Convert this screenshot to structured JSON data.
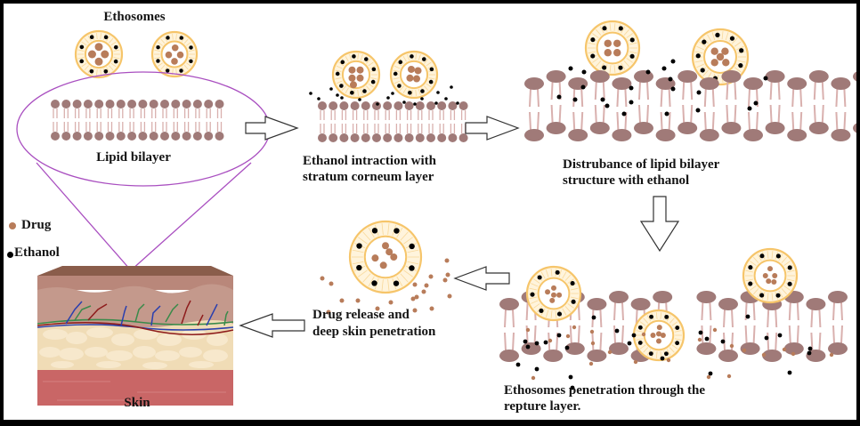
{
  "labels": {
    "ethosomes": "Ethosomes",
    "lipid_bilayer": "Lipid bilayer",
    "step1_line1": "Ethanol intraction with",
    "step1_line2": "stratum corneum layer",
    "step2_line1": "Distrubance of lipid bilayer",
    "step2_line2": "structure with ethanol",
    "step3_line1": "Ethosomes penetration through the",
    "step3_line2": "repture layer.",
    "step4_line1": "Drug release and",
    "step4_line2": "deep skin penetration",
    "skin": "Skin"
  },
  "legend": [
    {
      "name": "drug",
      "label": "Drug",
      "color": "#b87c5a"
    },
    {
      "name": "ethanol",
      "label": "Ethanol",
      "color": "#000000"
    }
  ],
  "colors": {
    "lipid_head": "#a07a78",
    "lipid_tail": "#d9b0ae",
    "vesicle_ring": "#f6c56a",
    "vesicle_fill": "#fff4dc",
    "drug": "#b87c5a",
    "ethanol": "#000000",
    "magnifier_line": "#a94fc0",
    "frame": "#000000"
  }
}
